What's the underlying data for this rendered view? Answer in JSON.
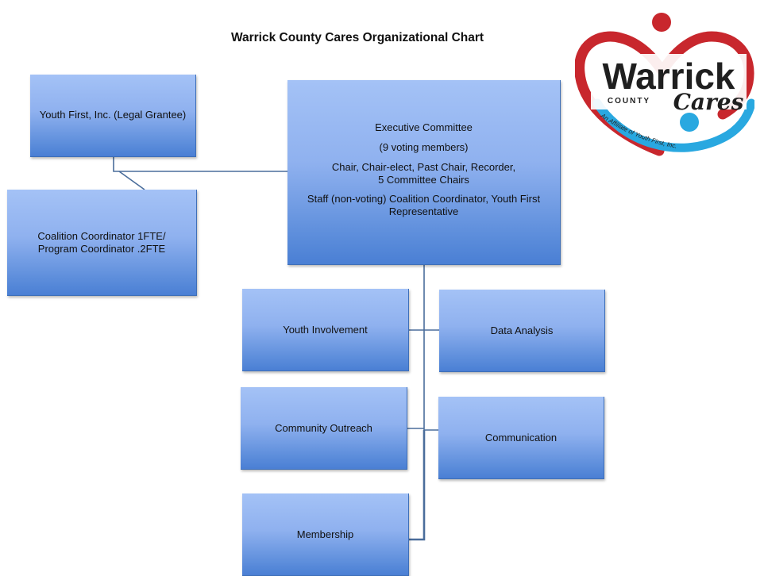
{
  "title": "Warrick County Cares Organizational Chart",
  "nodes": {
    "youth_first": "Youth First, Inc. (Legal Grantee)",
    "coalition_coordinator": [
      "Coalition Coordinator 1FTE/",
      "Program Coordinator .2FTE"
    ],
    "executive_committee": {
      "heading": "Executive Committee",
      "voting": "(9 voting members)",
      "positions": [
        "Chair, Chair-elect, Past Chair, Recorder,",
        "5 Committee Chairs"
      ],
      "staff": [
        "Staff (non-voting) Coalition Coordinator, Youth First",
        "Representative"
      ]
    },
    "youth_involvement": "Youth Involvement",
    "data_analysis": "Data Analysis",
    "community_outreach": "Community Outreach",
    "communication": "Communication",
    "membership": "Membership"
  },
  "logo": {
    "line1": "Warrick",
    "line2": "COUNTY",
    "line3": "Cares",
    "tagline": "An Affiliate of Youth First, Inc."
  },
  "colors": {
    "box_fill": "#8fb1ef",
    "connector": "#4a6d9b",
    "logo_red": "#c8272d",
    "logo_blue": "#29a8e0"
  }
}
